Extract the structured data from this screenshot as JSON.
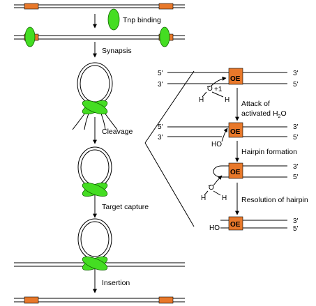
{
  "steps": {
    "tnp_binding": "Tnp  binding",
    "synapsis": "Synapsis",
    "cleavage": "Cleavage",
    "target_capture": "Target capture",
    "insertion": "Insertion"
  },
  "chemistry": {
    "five_prime": "5'",
    "three_prime": "3'",
    "oe": "OE",
    "attack_line1": "Attack of",
    "attack_line2": "activated H",
    "attack_sub": "2",
    "attack_end": "O",
    "hairpin_formation": "Hairpin formation",
    "resolution": "Resolution of hairpin",
    "water_o": "O",
    "water_h": "H",
    "water_charge": "+1",
    "ho": "HO",
    "ho_dots": ".."
  },
  "colors": {
    "transposase": "#44dd22",
    "transposon_end": "#e8782a",
    "dna": "#000000"
  }
}
